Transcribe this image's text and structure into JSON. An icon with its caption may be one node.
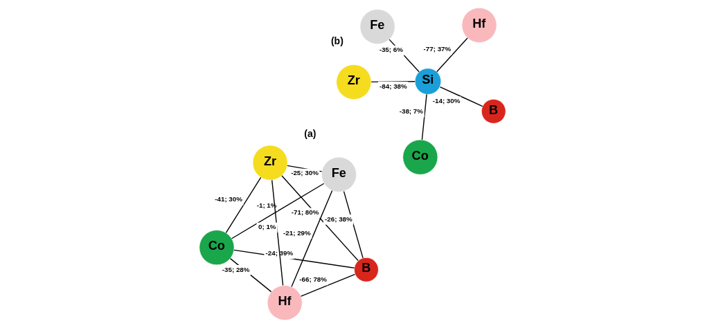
{
  "diagram": {
    "nodes": [
      {
        "text": [
          "Co"
        ]
      },
      {
        "text": [
          "B"
        ]
      },
      {
        "text": [
          "Hf"
        ]
      },
      {
        "text": [
          "Zr"
        ]
      },
      {
        "text": [
          "Fe"
        ]
      },
      {
        "text": [
          "Co"
        ]
      },
      {
        "text": [
          "B"
        ]
      },
      {
        "text": [
          "Si"
        ]
      },
      {
        "text": [
          "Hf"
        ]
      },
      {
        "text": [
          "Zr"
        ]
      },
      {
        "text": [
          "Fe"
        ]
      }
    ],
    "edges": [
      {
        "from": 0,
        "to": 1,
        "arrow": "none",
        "label": "-24; 39%"
      },
      {
        "from": 0,
        "to": 2,
        "arrow": "none",
        "label": "-35; 28%"
      },
      {
        "from": 0,
        "to": 3,
        "arrow": "none",
        "label": "-41; 30%"
      },
      {
        "from": 0,
        "to": 4,
        "arrow": "none",
        "label": "-1; 1%"
      },
      {
        "from": 1,
        "to": 2,
        "arrow": "none",
        "label": "-66; 78%"
      },
      {
        "from": 1,
        "to": 3,
        "arrow": "none",
        "label": "-71; 80%"
      },
      {
        "from": 1,
        "to": 4,
        "arrow": "none",
        "label": "-26; 38%"
      },
      {
        "from": 2,
        "to": 3,
        "arrow": "none",
        "label": "0; 1%"
      },
      {
        "from": 2,
        "to": 4,
        "arrow": "none",
        "label": "-21; 29%"
      },
      {
        "from": 3,
        "to": 4,
        "arrow": "none",
        "label": "-25; 30%"
      },
      {
        "from": 7,
        "to": 5,
        "arrow": "none",
        "label": "-38; 7%"
      },
      {
        "from": 7,
        "to": 6,
        "arrow": "none",
        "label": "-14; 30%"
      },
      {
        "from": 7,
        "to": 8,
        "arrow": "none",
        "label": "-77; 37%"
      },
      {
        "from": 7,
        "to": 9,
        "arrow": "none",
        "label": "-84; 38%"
      },
      {
        "from": 7,
        "to": 10,
        "arrow": "none",
        "label": "-35; 6%"
      }
    ],
    "labels": [
      "(a)",
      "(b)"
    ]
  }
}
